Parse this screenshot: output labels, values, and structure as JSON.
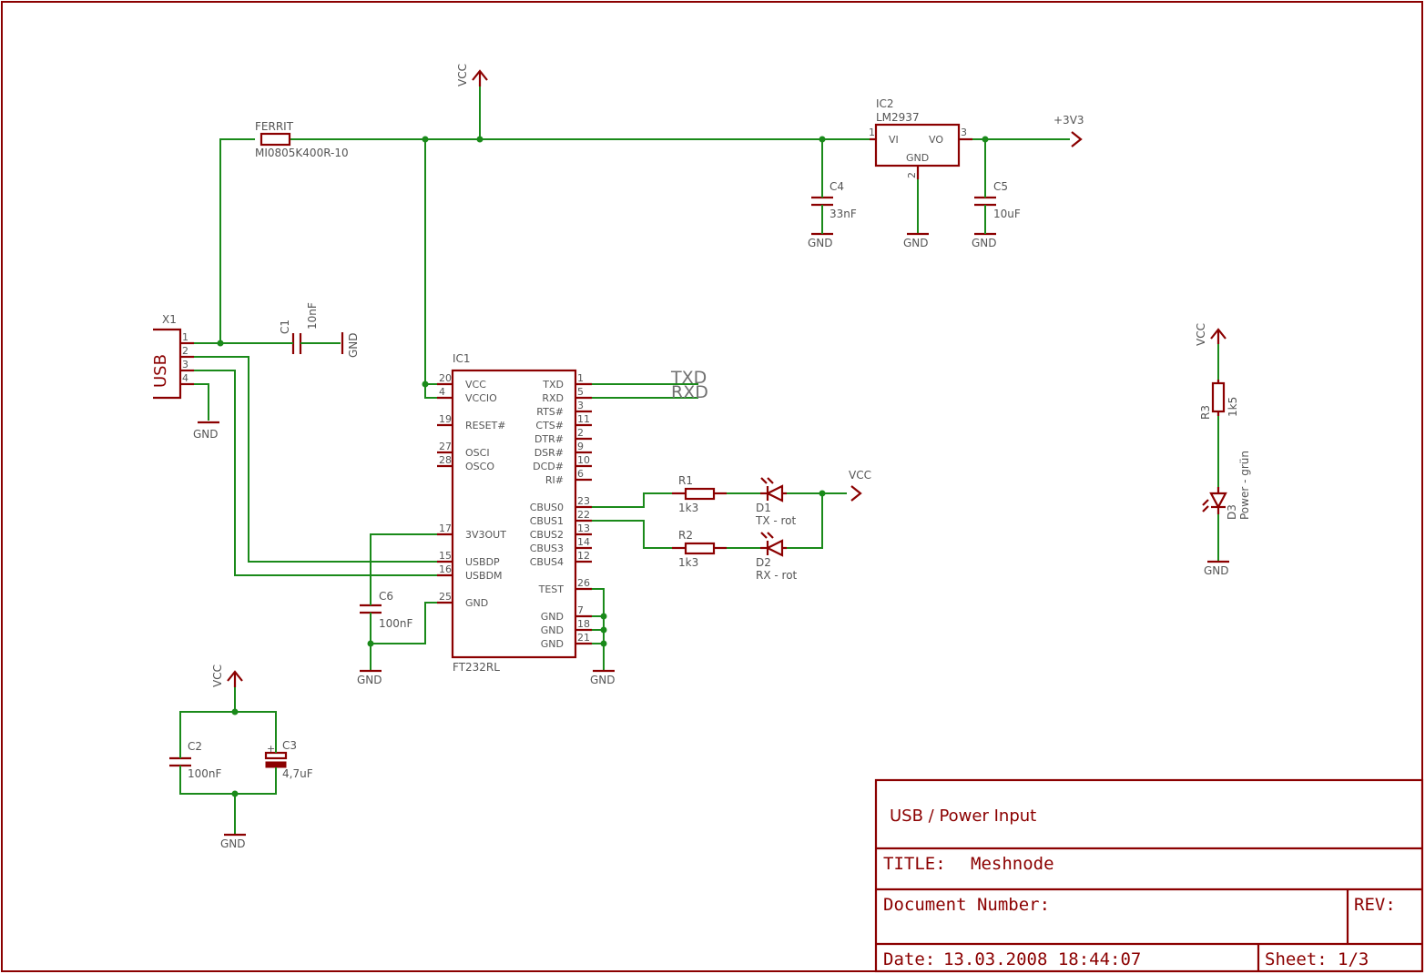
{
  "title_block": {
    "sheet_title": "USB / Power Input",
    "title_label": "TITLE:",
    "title_value": "Meshnode",
    "document_number_label": "Document Number:",
    "rev_label": "REV:",
    "date_label": "Date:",
    "date_value": "13.03.2008 18:44:07",
    "sheet_label": "Sheet:",
    "sheet_value": "1/3"
  },
  "supplies": {
    "vcc": "VCC",
    "gnd": "GND",
    "v3v3": "+3V3"
  },
  "components": {
    "x1": {
      "ref": "X1",
      "value": "USB",
      "pins": [
        "1",
        "2",
        "3",
        "4"
      ]
    },
    "ferrite": {
      "ref": "FERRIT",
      "value": "MI0805K400R-10"
    },
    "c1": {
      "ref": "C1",
      "value": "10nF"
    },
    "c2": {
      "ref": "C2",
      "value": "100nF"
    },
    "c3": {
      "ref": "C3",
      "value": "4,7uF",
      "polarity": "+"
    },
    "c4": {
      "ref": "C4",
      "value": "33nF"
    },
    "c5": {
      "ref": "C5",
      "value": "10uF"
    },
    "c6": {
      "ref": "C6",
      "value": "100nF"
    },
    "ic2": {
      "ref": "IC2",
      "value": "LM2937",
      "pin_vi": "VI",
      "pin_vo": "VO",
      "pin_gnd": "GND",
      "pin1": "1",
      "pin2": "2",
      "pin3": "3"
    },
    "r1": {
      "ref": "R1",
      "value": "1k3"
    },
    "r2": {
      "ref": "R2",
      "value": "1k3"
    },
    "r3": {
      "ref": "R3",
      "value": "1k5"
    },
    "d1": {
      "ref": "D1",
      "value": "TX - rot"
    },
    "d2": {
      "ref": "D2",
      "value": "RX - rot"
    },
    "d3": {
      "ref": "D3",
      "value": "Power - grün"
    },
    "ic1": {
      "ref": "IC1",
      "value": "FT232RL",
      "left_pins": [
        {
          "num": "20",
          "name": "VCC"
        },
        {
          "num": "4",
          "name": "VCCIO"
        },
        {
          "num": "19",
          "name": "RESET#"
        },
        {
          "num": "27",
          "name": "OSCI"
        },
        {
          "num": "28",
          "name": "OSCO"
        },
        {
          "num": "17",
          "name": "3V3OUT"
        },
        {
          "num": "15",
          "name": "USBDP"
        },
        {
          "num": "16",
          "name": "USBDM"
        },
        {
          "num": "25",
          "name": "GND"
        }
      ],
      "right_pins": [
        {
          "num": "1",
          "name": "TXD"
        },
        {
          "num": "5",
          "name": "RXD"
        },
        {
          "num": "3",
          "name": "RTS#"
        },
        {
          "num": "11",
          "name": "CTS#"
        },
        {
          "num": "2",
          "name": "DTR#"
        },
        {
          "num": "9",
          "name": "DSR#"
        },
        {
          "num": "10",
          "name": "DCD#"
        },
        {
          "num": "6",
          "name": "RI#"
        },
        {
          "num": "23",
          "name": "CBUS0"
        },
        {
          "num": "22",
          "name": "CBUS1"
        },
        {
          "num": "13",
          "name": "CBUS2"
        },
        {
          "num": "14",
          "name": "CBUS3"
        },
        {
          "num": "12",
          "name": "CBUS4"
        },
        {
          "num": "26",
          "name": "TEST"
        },
        {
          "num": "7",
          "name": "GND"
        },
        {
          "num": "18",
          "name": "GND"
        },
        {
          "num": "21",
          "name": "GND"
        }
      ]
    }
  },
  "nets": {
    "txd": "TXD",
    "rxd": "RXD"
  }
}
